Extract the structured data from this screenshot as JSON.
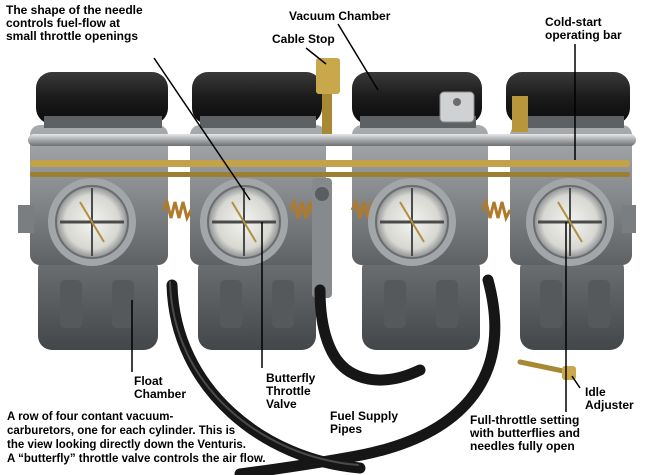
{
  "labels": {
    "needle_shape": [
      "The shape of the needle",
      "controls fuel-flow at",
      "small throttle openings"
    ],
    "vacuum_chamber": "Vacuum Chamber",
    "cable_stop": "Cable Stop",
    "cold_start": [
      "Cold-start",
      "operating bar"
    ],
    "float_chamber": [
      "Float",
      "Chamber"
    ],
    "butterfly_valve": [
      "Butterfly",
      "Throttle",
      "Valve"
    ],
    "fuel_supply": [
      "Fuel Supply",
      "Pipes"
    ],
    "full_throttle": [
      "Full-throttle setting",
      "with butterflies and",
      "needles fully open"
    ],
    "idle_adjuster": [
      "Idle",
      "Adjuster"
    ]
  },
  "caption": [
    "A row of four contant vacuum-",
    "carburetors, one for each cylinder. This is",
    "the view looking directly down the Venturis.",
    "A “butterfly” throttle valve controls the air flow."
  ],
  "colors": {
    "cap_black": "#1b1b1b",
    "body_metal": "#8f9294",
    "brass": "#b8973c",
    "hose": "#161616"
  }
}
